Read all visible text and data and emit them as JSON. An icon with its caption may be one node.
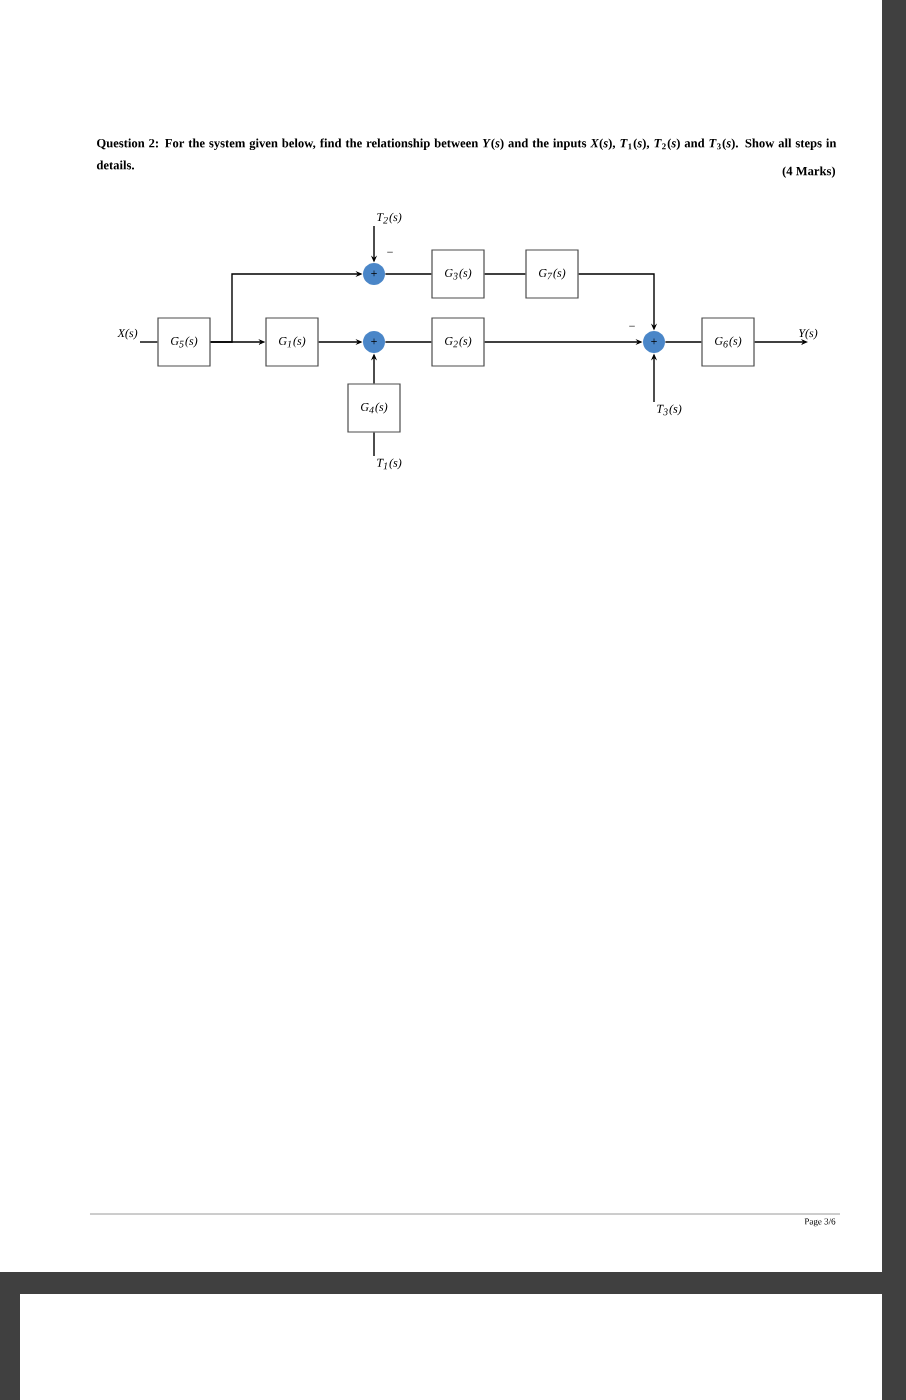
{
  "diagram": {
    "title": "Question 2: For the system given below, find the relationship between *Y*(*s*) and the inputs *X*(*s*), *T*$_{1}$(*s*), *T*$_{2}$(*s*) and *T*$_{3}$(*s*). Show all steps in details.",
    "nodes": [
      {
        "text": [
          "X(s)"
        ]
      },
      {
        "text": [
          "G$_{5}$(s)"
        ]
      },
      {
        "text": [
          "G$_{1}$(s)"
        ]
      },
      {
        "text": [
          "+"
        ]
      },
      {
        "text": [
          "+"
        ]
      },
      {
        "text": [
          "G$_{3}$(s)"
        ]
      },
      {
        "text": [
          "G$_{7}$(s)"
        ]
      },
      {
        "text": [
          "G$_{2}$(s)"
        ]
      },
      {
        "text": [
          "G$_{4}$(s)"
        ]
      },
      {
        "text": [
          "+"
        ]
      },
      {
        "text": [
          "G$_{6}$(s)"
        ]
      },
      {
        "text": [
          "Y(s)"
        ]
      },
      {
        "text": [
          "T$_{2}$(s)"
        ]
      },
      {
        "text": [
          "T$_{1}$(s)"
        ]
      },
      {
        "text": [
          "T$_{3}$(s)"
        ]
      }
    ],
    "edges": [
      {
        "from": 0,
        "to": 1,
        "arrow": "none"
      },
      {
        "from": 1,
        "to": 2,
        "arrow": "to"
      },
      {
        "from": 1,
        "to": 3,
        "arrow": "to"
      },
      {
        "from": 12,
        "to": 3,
        "arrow": "to",
        "label": "−"
      },
      {
        "from": 2,
        "to": 4,
        "arrow": "to"
      },
      {
        "from": 13,
        "to": 8,
        "arrow": "none"
      },
      {
        "from": 8,
        "to": 4,
        "arrow": "to"
      },
      {
        "from": 3,
        "to": 5,
        "arrow": "none"
      },
      {
        "from": 5,
        "to": 6,
        "arrow": "none"
      },
      {
        "from": 6,
        "to": 9,
        "arrow": "to"
      },
      {
        "from": 4,
        "to": 7,
        "arrow": "none"
      },
      {
        "from": 7,
        "to": 9,
        "arrow": "to",
        "label": "−"
      },
      {
        "from": 14,
        "to": 9,
        "arrow": "to"
      },
      {
        "from": 9,
        "to": 10,
        "arrow": "none"
      },
      {
        "from": 10,
        "to": 11,
        "arrow": "to"
      }
    ],
    "labels": [
      "(4 Marks)",
      "Page 3/6"
    ]
  }
}
